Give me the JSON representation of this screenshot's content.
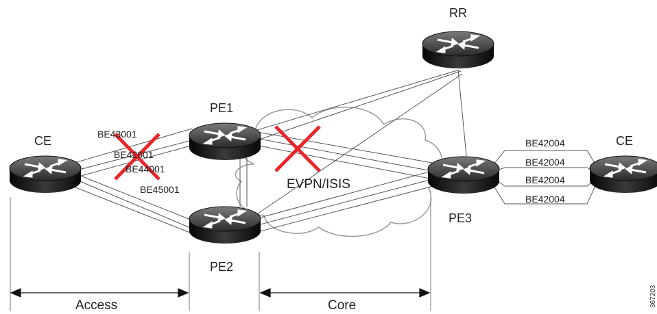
{
  "nodes": {
    "rr": "RR",
    "pe1": "PE1",
    "pe2": "PE2",
    "pe3": "PE3",
    "ce_left": "CE",
    "ce_right": "CE"
  },
  "cloud_label": "EVPN/ISIS",
  "left_links": [
    "BE43001",
    "BE42001",
    "BE44001",
    "BE45001"
  ],
  "right_links": [
    "BE42004",
    "BE42004",
    "BE42004",
    "BE42004"
  ],
  "sections": {
    "access": "Access",
    "core": "Core"
  },
  "figure_id": "367203",
  "colors": {
    "router": "#1a1a1a",
    "failure_mark": "#e8262b",
    "cloud": "#9a9a9a",
    "link": "#555555"
  }
}
